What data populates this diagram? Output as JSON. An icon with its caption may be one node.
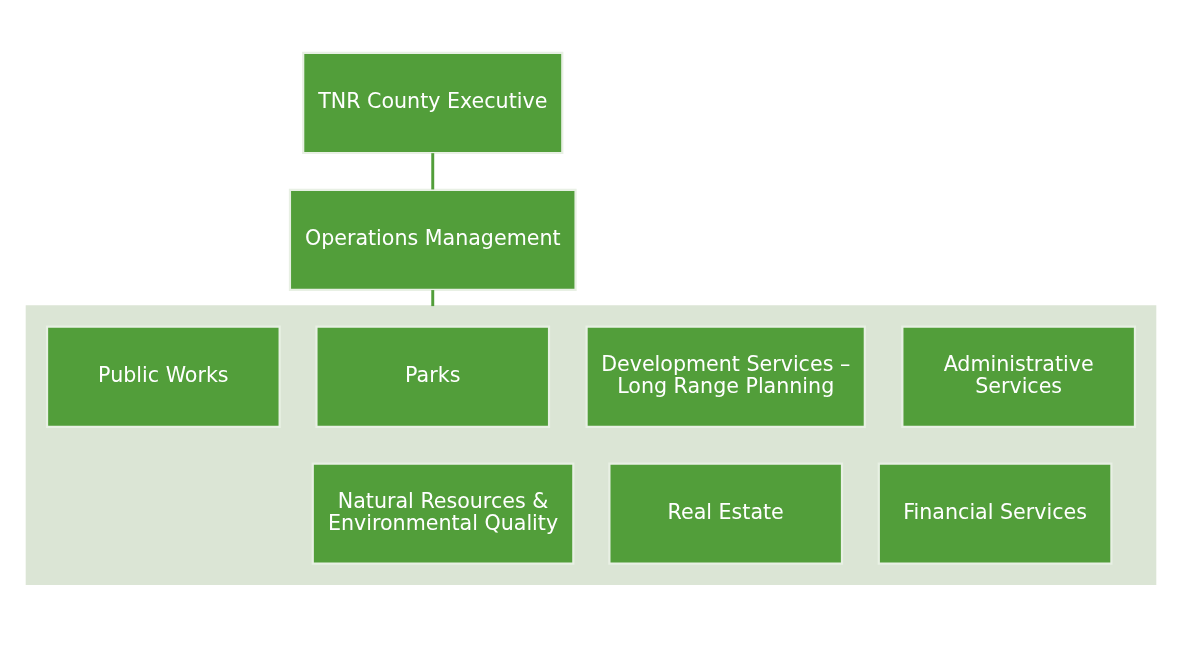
{
  "diagram": {
    "nodes": [
      {
        "text": [
          "TNR County Executive"
        ]
      },
      {
        "text": [
          "Operations Management"
        ]
      },
      {
        "text": [],
        "shape": "box"
      },
      {
        "text": [
          "Public Works"
        ],
        "in": 2
      },
      {
        "text": [
          "Parks"
        ],
        "in": 2
      },
      {
        "text": [
          "Development Services – Long Range Planning"
        ],
        "in": 2
      },
      {
        "text": [
          "Administrative Services"
        ],
        "in": 2
      },
      {
        "text": [
          "Natural Resources & Environmental Quality"
        ],
        "in": 2
      },
      {
        "text": [
          "Real Estate"
        ],
        "in": 2
      },
      {
        "text": [
          "Financial Services"
        ],
        "in": 2
      }
    ],
    "edges": [
      {
        "from": 0,
        "to": 1,
        "arrow": "none"
      },
      {
        "from": 1,
        "to": 2,
        "arrow": "none"
      }
    ]
  }
}
